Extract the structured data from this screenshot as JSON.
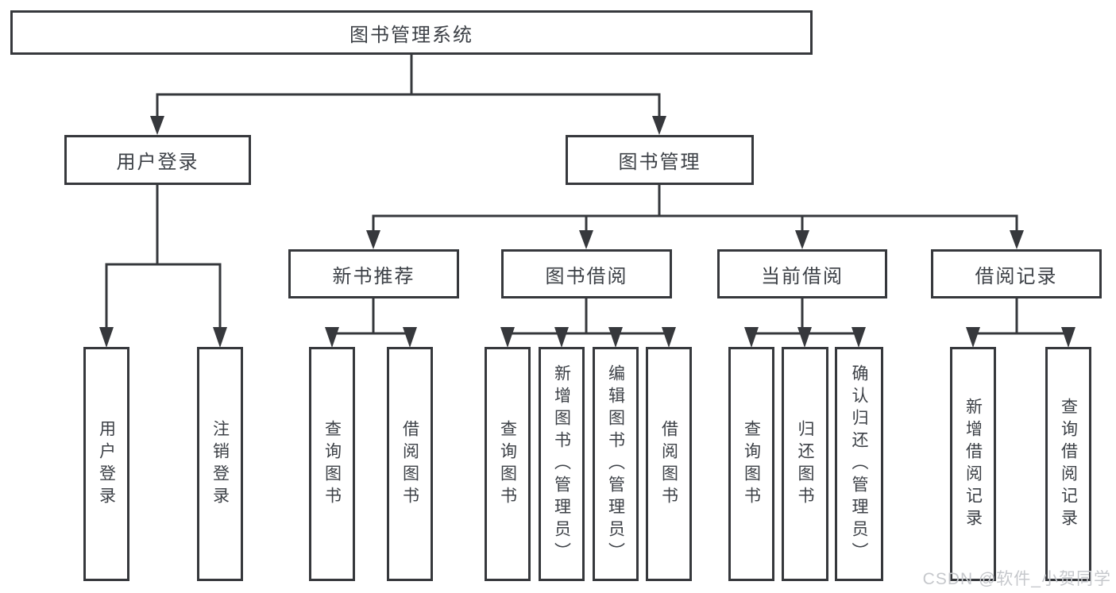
{
  "diagram": {
    "root": {
      "label": "图书管理系统"
    },
    "user_login": {
      "label": "用户登录",
      "children": [
        {
          "label": "用户登录"
        },
        {
          "label": "注销登录"
        }
      ]
    },
    "book_mgmt": {
      "label": "图书管理",
      "new_book_rec": {
        "label": "新书推荐",
        "children": [
          {
            "label": "查询图书"
          },
          {
            "label": "借阅图书"
          }
        ]
      },
      "book_borrow": {
        "label": "图书借阅",
        "children": [
          {
            "label": "查询图书"
          },
          {
            "label": "新增图书（管理员）"
          },
          {
            "label": "编辑图书（管理员）"
          },
          {
            "label": "借阅图书"
          }
        ]
      },
      "current_borrow": {
        "label": "当前借阅",
        "children": [
          {
            "label": "查询图书"
          },
          {
            "label": "归还图书"
          },
          {
            "label": "确认归还（管理员）"
          }
        ]
      },
      "borrow_record": {
        "label": "借阅记录",
        "children": [
          {
            "label": "新增借阅记录"
          },
          {
            "label": "查询借阅记录"
          }
        ]
      }
    }
  },
  "watermark": {
    "text": "CSDN @软件_小贺同学"
  },
  "colors": {
    "line": "#36383c",
    "text": "#3c4046",
    "watermark": "#c6c8cc",
    "background": "#ffffff"
  }
}
